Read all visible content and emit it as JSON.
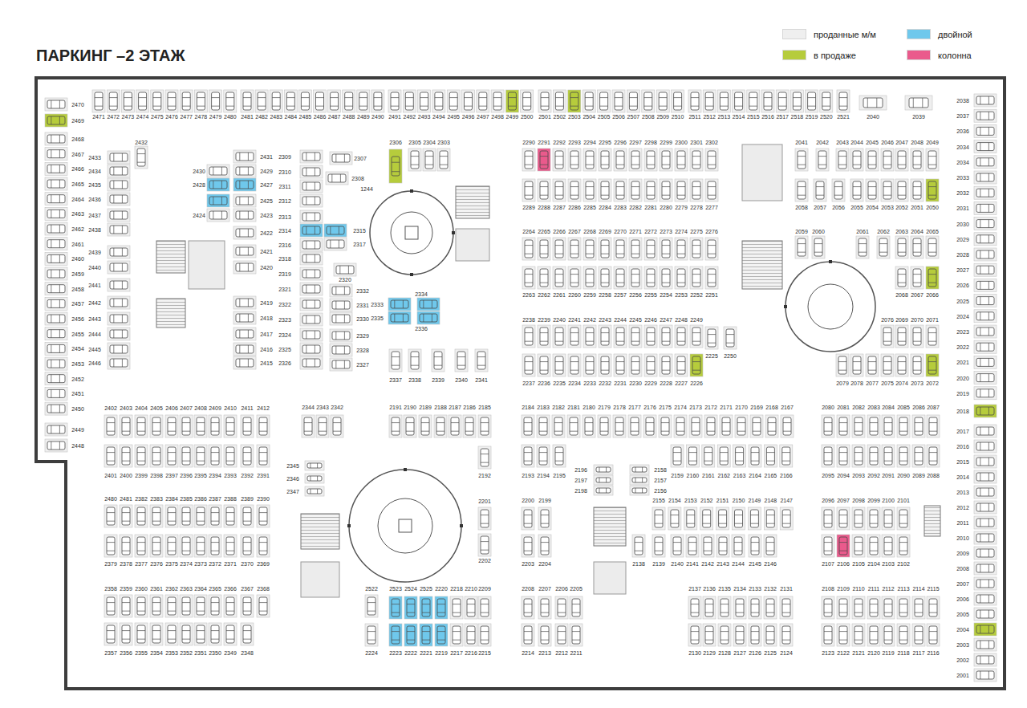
{
  "diagram": {
    "title": "ПАРКИНГ –2 ЭТАЖ",
    "labels": [
      "2471",
      "2472",
      "2473",
      "2474",
      "2475",
      "2476",
      "2477",
      "2478",
      "2479",
      "2480",
      "2481",
      "2482",
      "2483",
      "2484",
      "2485",
      "2486",
      "2487",
      "2488",
      "2489",
      "2490",
      "2491",
      "2492",
      "2493",
      "2494",
      "2495",
      "2496",
      "2497",
      "2498",
      "2499",
      "2500",
      "2501",
      "2502",
      "2503",
      "2504",
      "2505",
      "2506",
      "2507",
      "2508",
      "2509",
      "2510",
      "2511",
      "2512",
      "2513",
      "2514",
      "2515",
      "2516",
      "2517",
      "2518",
      "2519",
      "2520",
      "2521",
      "2040",
      "2039",
      "2470",
      "2469",
      "2468",
      "2467",
      "2466",
      "2465",
      "2464",
      "2463",
      "2462",
      "2461",
      "2460",
      "2459",
      "2458",
      "2457",
      "2456",
      "2455",
      "2454",
      "2453",
      "2452",
      "2451",
      "2450",
      "2449",
      "2448",
      "2038",
      "2037",
      "2036",
      "2034",
      "2034",
      "2033",
      "2032",
      "2031",
      "2030",
      "2029",
      "2028",
      "2027",
      "2026",
      "2025",
      "2024",
      "2023",
      "2022",
      "2021",
      "2020",
      "2019",
      "2018",
      "2017",
      "2016",
      "2015",
      "2014",
      "2013",
      "2012",
      "2011",
      "2010",
      "2009",
      "2008",
      "2007",
      "2006",
      "2005",
      "2004",
      "2003",
      "2002",
      "2001",
      "2433",
      "2434",
      "2435",
      "2436",
      "2437",
      "2438",
      "2439",
      "2440",
      "2441",
      "2442",
      "2443",
      "2444",
      "2445",
      "2446",
      "2432",
      "2430",
      "2428",
      "2424",
      "2431",
      "2429",
      "2427",
      "2425",
      "2423",
      "2422",
      "2421",
      "2420",
      "2419",
      "2418",
      "2417",
      "2416",
      "2415",
      "2309",
      "2310",
      "2311",
      "2312",
      "2313",
      "2314",
      "2316",
      "2318",
      "2319",
      "2321",
      "2322",
      "2323",
      "2324",
      "2325",
      "2326",
      "2307",
      "2308",
      "1244",
      "2315",
      "2317",
      "2320",
      "2332",
      "2331",
      "2330",
      "2329",
      "2328",
      "2327",
      "2306",
      "2305",
      "2304",
      "2303",
      "2334",
      "2333",
      "2335",
      "2336",
      "2337",
      "2338",
      "2339",
      "2340",
      "2341",
      "2290",
      "2291",
      "2292",
      "2293",
      "2294",
      "2295",
      "2296",
      "2297",
      "2298",
      "2299",
      "2300",
      "2301",
      "2302",
      "2289",
      "2288",
      "2287",
      "2286",
      "2285",
      "2284",
      "2283",
      "2282",
      "2281",
      "2280",
      "2279",
      "2278",
      "2277",
      "2264",
      "2265",
      "2266",
      "2267",
      "2268",
      "2269",
      "2270",
      "2271",
      "2272",
      "2273",
      "2274",
      "2275",
      "2276",
      "2263",
      "2262",
      "2261",
      "2260",
      "2259",
      "2258",
      "2257",
      "2256",
      "2255",
      "2254",
      "2253",
      "2252",
      "2251",
      "2238",
      "2239",
      "2240",
      "2241",
      "2242",
      "2243",
      "2244",
      "2245",
      "2246",
      "2247",
      "2248",
      "2249",
      "2237",
      "2236",
      "2235",
      "2234",
      "2233",
      "2232",
      "2231",
      "2230",
      "2229",
      "2228",
      "2227",
      "2226",
      "2225",
      "2250",
      "2041",
      "2042",
      "2043",
      "2044",
      "2045",
      "2046",
      "2047",
      "2048",
      "2049",
      "2058",
      "2057",
      "2056",
      "2055",
      "2054",
      "2053",
      "2052",
      "2051",
      "2050",
      "2059",
      "2060",
      "2061",
      "2062",
      "2063",
      "2064",
      "2065",
      "2068",
      "2067",
      "2066",
      "2076",
      "2069",
      "2070",
      "2071",
      "2079",
      "2078",
      "2077",
      "2075",
      "2074",
      "2073",
      "2072",
      "2402",
      "2403",
      "2404",
      "2405",
      "2406",
      "2407",
      "2408",
      "2409",
      "2410",
      "2411",
      "2412",
      "2401",
      "2400",
      "2399",
      "2398",
      "2397",
      "2396",
      "2395",
      "2394",
      "2393",
      "2392",
      "2391",
      "2480",
      "2481",
      "2382",
      "2383",
      "2384",
      "2385",
      "2386",
      "2387",
      "2388",
      "2389",
      "2390",
      "2379",
      "2378",
      "2377",
      "2376",
      "2375",
      "2374",
      "2373",
      "2372",
      "2371",
      "2370",
      "2369",
      "2358",
      "2359",
      "2360",
      "2361",
      "2362",
      "2363",
      "2364",
      "2365",
      "2366",
      "2367",
      "2368",
      "2357",
      "2356",
      "2355",
      "2354",
      "2353",
      "2352",
      "2351",
      "2350",
      "2349",
      "2348",
      "2344",
      "2343",
      "2342",
      "2345",
      "2346",
      "2347",
      "2191",
      "2190",
      "2189",
      "2188",
      "2187",
      "2186",
      "2185",
      "2192",
      "2201",
      "2202",
      "2522",
      "2523",
      "2524",
      "2525",
      "2220",
      "2218",
      "2210",
      "2209",
      "2224",
      "2223",
      "2222",
      "2221",
      "2219",
      "2217",
      "2216",
      "2215",
      "2184",
      "2183",
      "2182",
      "2181",
      "2180",
      "2179",
      "2178",
      "2177",
      "2176",
      "2175",
      "2174",
      "2173",
      "2172",
      "2171",
      "2170",
      "2169",
      "2168",
      "2167",
      "2193",
      "2194",
      "2195",
      "2196",
      "2197",
      "2198",
      "2158",
      "2157",
      "2156",
      "2159",
      "2160",
      "2161",
      "2162",
      "2163",
      "2164",
      "2165",
      "2166",
      "2200",
      "2199",
      "2155",
      "2154",
      "2153",
      "2152",
      "2151",
      "2150",
      "2149",
      "2148",
      "2147",
      "2203",
      "2204",
      "2138",
      "2139",
      "2140",
      "2141",
      "2142",
      "2143",
      "2144",
      "2145",
      "2146",
      "2208",
      "2207",
      "2206",
      "2205",
      "2137",
      "2136",
      "2135",
      "2134",
      "2133",
      "2132",
      "2131",
      "2214",
      "2213",
      "2212",
      "2211",
      "2130",
      "2129",
      "2128",
      "2127",
      "2126",
      "2125",
      "2124",
      "2080",
      "2081",
      "2082",
      "2083",
      "2084",
      "2085",
      "2086",
      "2087",
      "2095",
      "2094",
      "2093",
      "2092",
      "2091",
      "2090",
      "2089",
      "2088",
      "2096",
      "2097",
      "2098",
      "2099",
      "2100",
      "2101",
      "2107",
      "2106",
      "2105",
      "2104",
      "2103",
      "2102",
      "2108",
      "2109",
      "2110",
      "2111",
      "2112",
      "2113",
      "2114",
      "2115",
      "2123",
      "2122",
      "2121",
      "2120",
      "2119",
      "2118",
      "2117",
      "2116"
    ],
    "legend": [
      {
        "text": "проданные м/м",
        "color": "#efefef"
      },
      {
        "text": "в продаже",
        "color": "#b6cc3c"
      },
      {
        "text": "двойной",
        "color": "#6fc8ec"
      },
      {
        "text": "колонна",
        "color": "#ea5a8c"
      }
    ]
  }
}
